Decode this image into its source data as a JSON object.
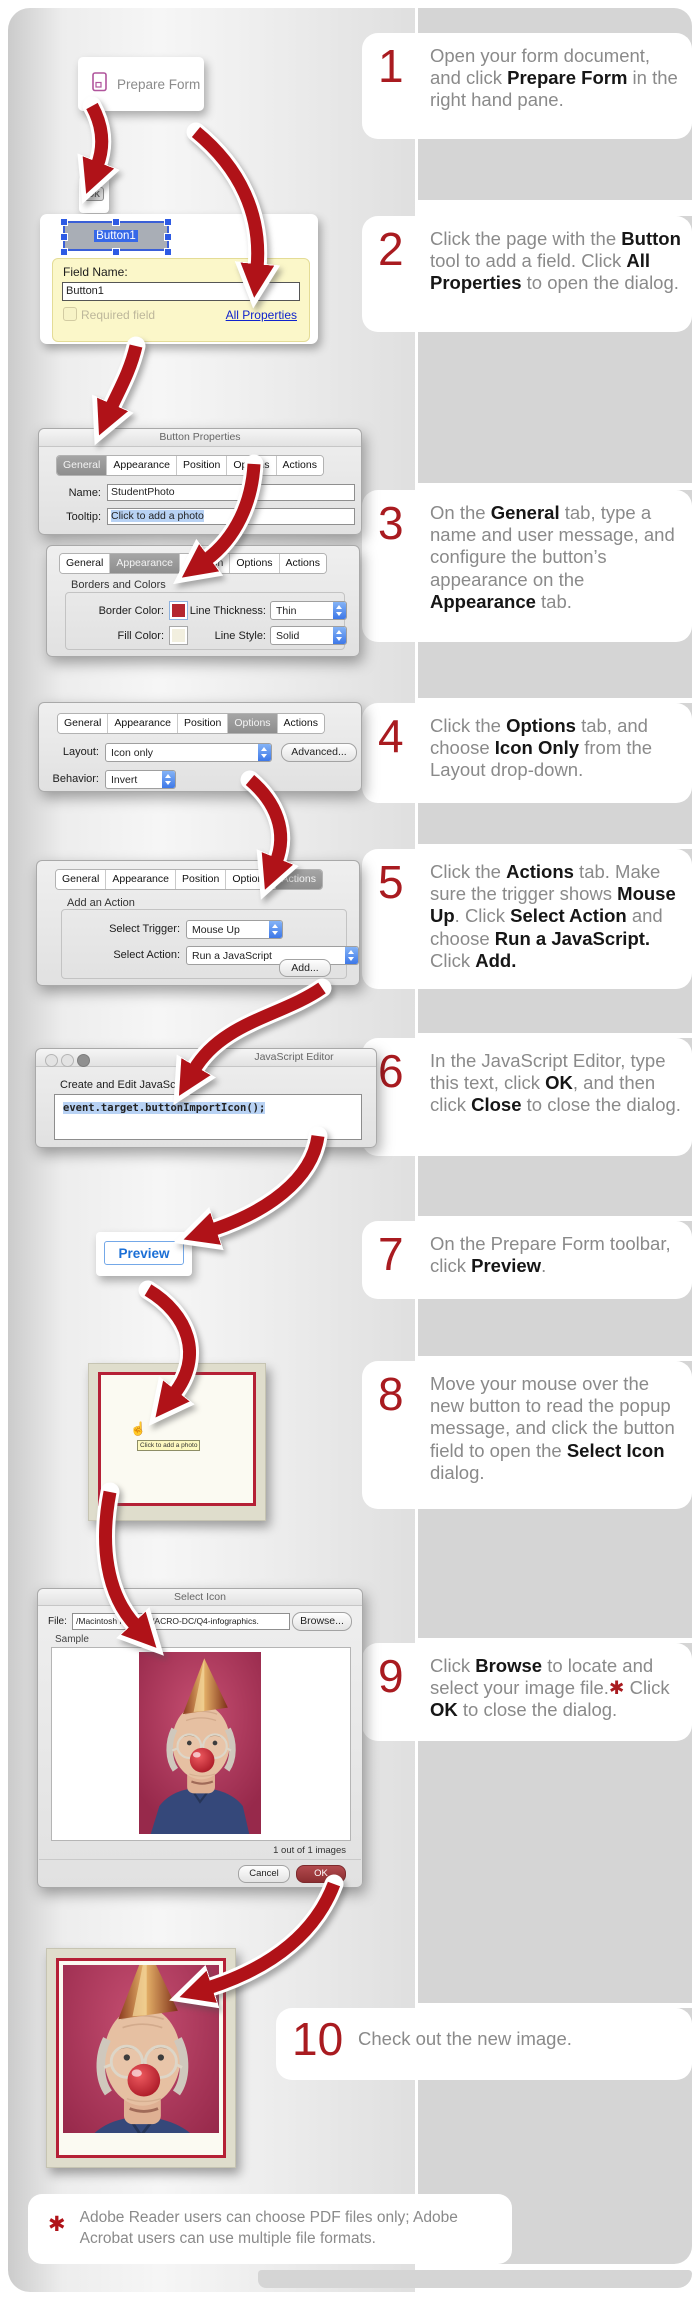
{
  "colors": {
    "accent_red": "#a91b20",
    "arrow_red": "#b01218",
    "link_blue": "#1023cc",
    "preview_blue": "#1b6fd6",
    "backdrop_gray": "#d5d5d5",
    "field_yellow": "#fbf7c9",
    "border_swatch_red": "#b5272f",
    "photo_pink": "#a93055"
  },
  "steps": [
    {
      "num": "1",
      "segments": [
        {
          "t": "Open your form document, and click "
        },
        {
          "t": "Prepare Form",
          "s": "b"
        },
        {
          "t": " in the right hand pane."
        }
      ]
    },
    {
      "num": "2",
      "segments": [
        {
          "t": "Click the page with the "
        },
        {
          "t": "Button",
          "s": "b"
        },
        {
          "t": " tool to add a field. Click "
        },
        {
          "t": "All Properties",
          "s": "b"
        },
        {
          "t": " to open the dialog."
        }
      ]
    },
    {
      "num": "3",
      "segments": [
        {
          "t": "On the "
        },
        {
          "t": "General",
          "s": "b"
        },
        {
          "t": " tab, type a name and user message, and configure the button’s appearance on the "
        },
        {
          "t": "Appearance",
          "s": "b"
        },
        {
          "t": " tab."
        }
      ]
    },
    {
      "num": "4",
      "segments": [
        {
          "t": "Click the "
        },
        {
          "t": "Options",
          "s": "b"
        },
        {
          "t": " tab, and choose "
        },
        {
          "t": "Icon Only",
          "s": "b"
        },
        {
          "t": " from the Layout drop-down."
        }
      ]
    },
    {
      "num": "5",
      "segments": [
        {
          "t": "Click the "
        },
        {
          "t": "Actions",
          "s": "b"
        },
        {
          "t": " tab. Make sure the trigger shows "
        },
        {
          "t": "Mouse Up",
          "s": "b"
        },
        {
          "t": ". Click "
        },
        {
          "t": "Select Action",
          "s": "b"
        },
        {
          "t": " and choose "
        },
        {
          "t": "Run a JavaScript.",
          "s": "b"
        },
        {
          "t": " Click "
        },
        {
          "t": "Add.",
          "s": "b"
        }
      ]
    },
    {
      "num": "6",
      "segments": [
        {
          "t": "In the JavaScript Editor, type this text, click "
        },
        {
          "t": "OK",
          "s": "b"
        },
        {
          "t": ", and then click "
        },
        {
          "t": "Close",
          "s": "b"
        },
        {
          "t": " to close the dialog."
        }
      ]
    },
    {
      "num": "7",
      "segments": [
        {
          "t": "On the Prepare Form toolbar, click "
        },
        {
          "t": "Preview",
          "s": "b"
        },
        {
          "t": "."
        }
      ]
    },
    {
      "num": "8",
      "segments": [
        {
          "t": "Move your mouse over the new button to read the popup message, and click the button field to open the "
        },
        {
          "t": "Select Icon",
          "s": "b"
        },
        {
          "t": " dialog."
        }
      ]
    },
    {
      "num": "9",
      "segments": [
        {
          "t": "Click "
        },
        {
          "t": "Browse",
          "s": "b"
        },
        {
          "t": " to locate and select your image file."
        },
        {
          "t": "✱",
          "s": "r"
        },
        {
          "t": " Click "
        },
        {
          "t": "OK",
          "s": "b"
        },
        {
          "t": " to close the dialog."
        }
      ]
    },
    {
      "num": "10",
      "segments": [
        {
          "t": "Check out the new image."
        }
      ]
    }
  ],
  "cards": {
    "prepare_form": {
      "label": "Prepare Form"
    },
    "ok_chip": {
      "label": "OK"
    },
    "button1": {
      "label": "Button1"
    },
    "field_name": {
      "label": "Field Name:",
      "value": "Button1",
      "required": "Required field",
      "all_properties": "All Properties"
    },
    "preview": {
      "label": "Preview"
    },
    "preview_tooltip": "Click to add a photo",
    "cursor_glyph": "☝"
  },
  "tabs": [
    "General",
    "Appearance",
    "Position",
    "Options",
    "Actions"
  ],
  "button_properties": {
    "title": "Button Properties",
    "name_label": "Name:",
    "name_value": "StudentPhoto",
    "tooltip_label": "Tooltip:",
    "tooltip_value": "Click to add a photo"
  },
  "appearance": {
    "group": "Borders and Colors",
    "border_color": "Border Color:",
    "line_thickness": "Line Thickness:",
    "thickness_value": "Thin",
    "fill_color": "Fill Color:",
    "line_style": "Line Style:",
    "style_value": "Solid"
  },
  "options": {
    "layout_label": "Layout:",
    "layout_value": "Icon only",
    "advanced": "Advanced...",
    "behavior_label": "Behavior:",
    "behavior_value": "Invert"
  },
  "actions": {
    "group": "Add an Action",
    "trigger_label": "Select Trigger:",
    "trigger_value": "Mouse Up",
    "action_label": "Select Action:",
    "action_value": "Run a JavaScript",
    "add": "Add..."
  },
  "js_editor": {
    "title": "JavaScript Editor",
    "heading": "Create and Edit JavaScripts",
    "code": "event.target.buttonImportIcon();"
  },
  "select_icon": {
    "title": "Select Icon",
    "file_label": "File:",
    "file_value": "/Macintosh HD/...les/ACRO-DC/Q4-infographics.",
    "browse": "Browse...",
    "sample": "Sample",
    "count": "1 out of 1 images",
    "cancel": "Cancel",
    "ok": "OK"
  },
  "footnote": {
    "mark": "✱",
    "text": "Adobe Reader users can choose PDF files only; Adobe Acrobat users can use multiple file formats."
  }
}
